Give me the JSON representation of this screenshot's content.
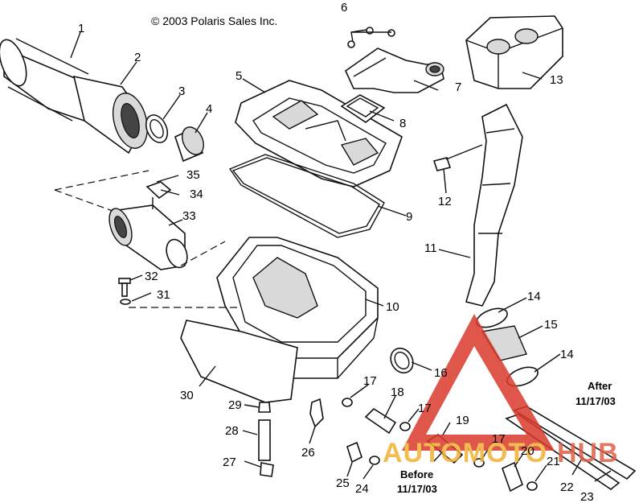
{
  "copyright": "© 2003 Polaris Sales Inc.",
  "callouts": [
    "1",
    "2",
    "3",
    "4",
    "5",
    "6",
    "7",
    "8",
    "9",
    "10",
    "11",
    "12",
    "13",
    "14",
    "14",
    "15",
    "16",
    "17",
    "17",
    "17",
    "18",
    "19",
    "20",
    "21",
    "22",
    "23",
    "24",
    "25",
    "26",
    "27",
    "28",
    "29",
    "30",
    "31",
    "32",
    "33",
    "34",
    "35"
  ],
  "notes": {
    "after_line1": "After",
    "after_line2": "11/17/03",
    "before_line1": "Before",
    "before_line2": "11/17/03"
  },
  "watermark": {
    "text_a": "AUTOMOTO",
    "text_b": "HUB",
    "color_a": "#f2b134",
    "color_b": "#e0604a",
    "triangle_color": "#d93a2b"
  }
}
